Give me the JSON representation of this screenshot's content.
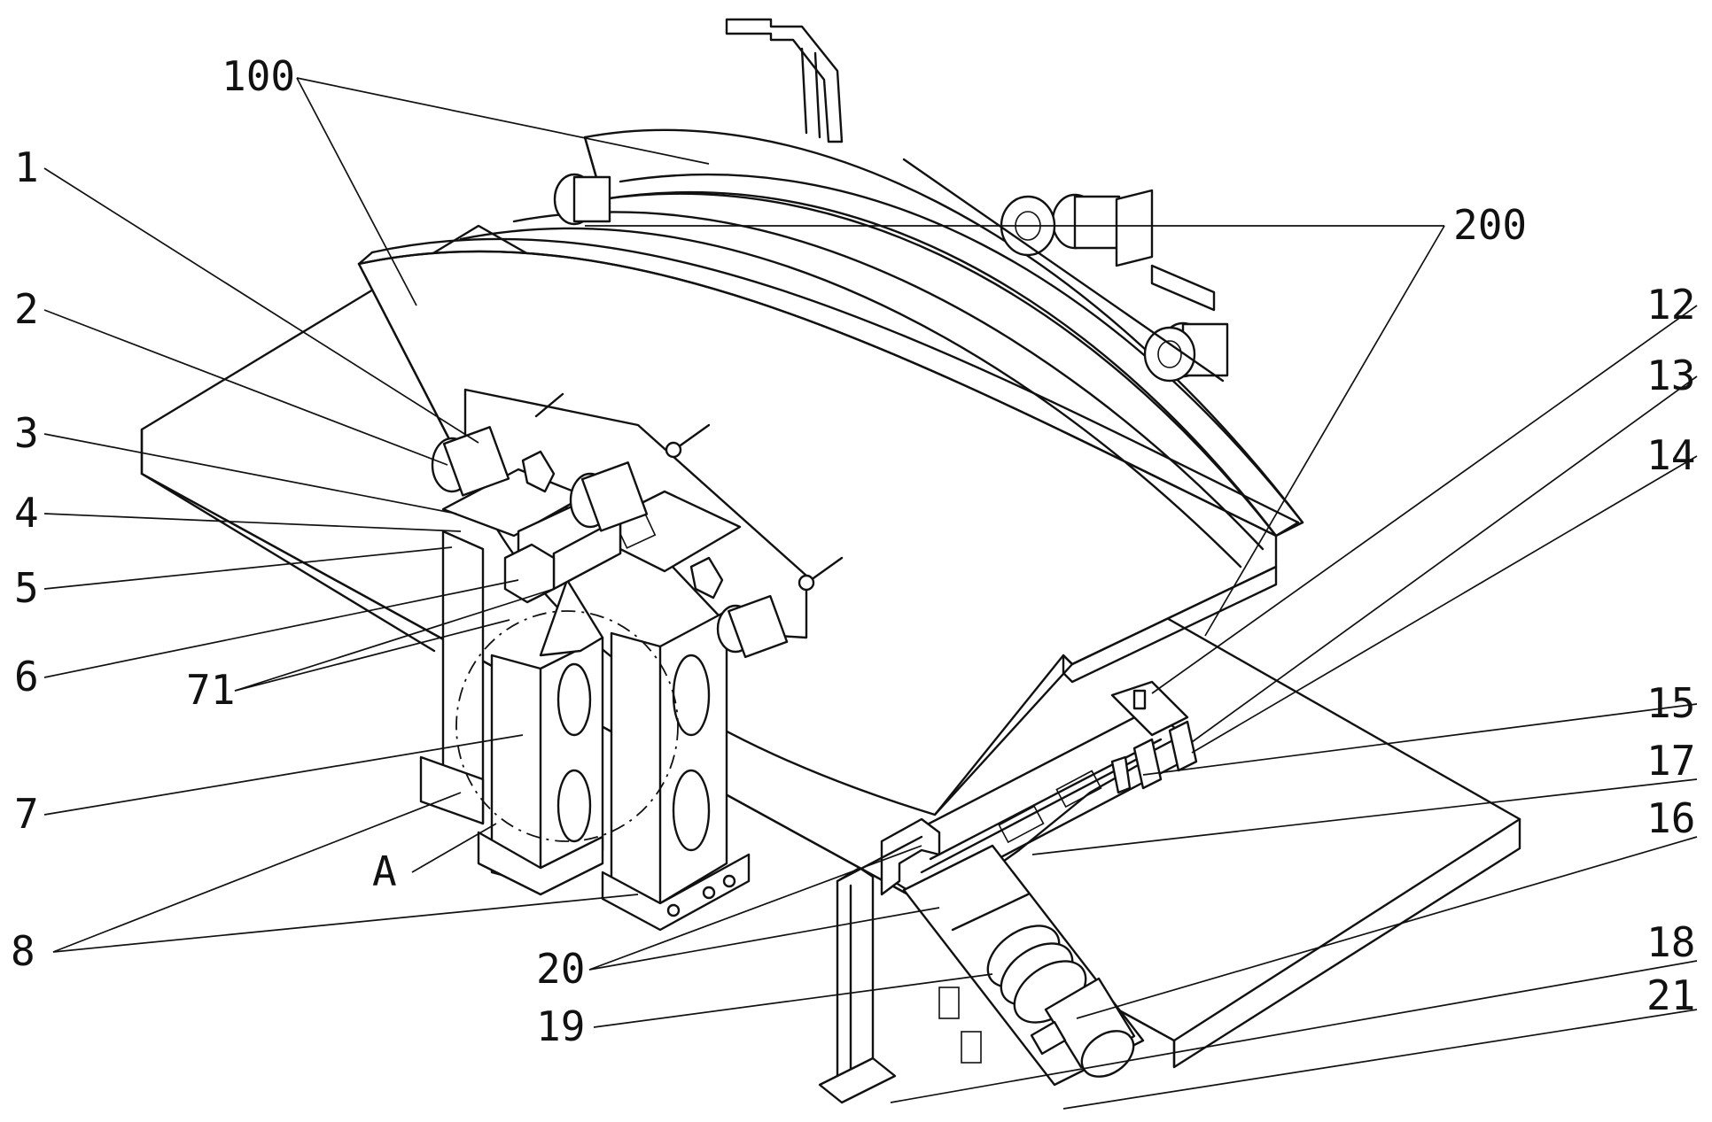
{
  "labels": {
    "l100": "100",
    "l1": "1",
    "l2": "2",
    "l3": "3",
    "l4": "4",
    "l5": "5",
    "l6": "6",
    "l71": "71",
    "l7": "7",
    "lA": "A",
    "l8": "8",
    "l200": "200",
    "l12": "12",
    "l13": "13",
    "l14": "14",
    "l15": "15",
    "l17": "17",
    "l16": "16",
    "l18": "18",
    "l21": "21",
    "l20": "20",
    "l19": "19"
  }
}
